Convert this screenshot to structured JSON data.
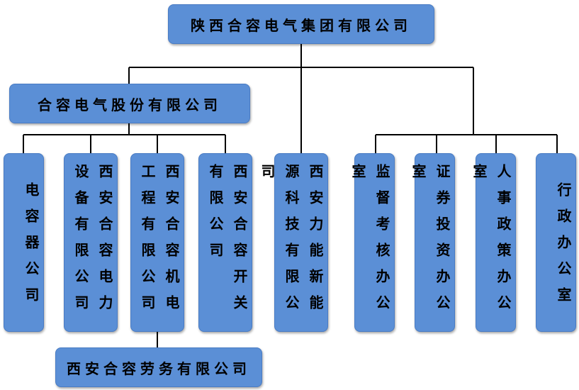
{
  "root": "陕西合容电气集团有限公司",
  "sub_company": "合容电气股份有限公司",
  "subsidiaries": [
    "电容器公司",
    "西安合容电力设备有限公司",
    "西安合容机电工程有限公司",
    "西安合容开关有限公司"
  ],
  "labor_company": "西安合容劳务有限公司",
  "new_energy": "西安力能新能源科技有限公司",
  "offices": [
    "监督考核办公室",
    "证券投资办公室",
    "人事政策办公室",
    "行政办公室"
  ],
  "colors": {
    "box_fill": "#5b8fd6",
    "box_border": "#4a7cc4",
    "line": "#000000"
  }
}
